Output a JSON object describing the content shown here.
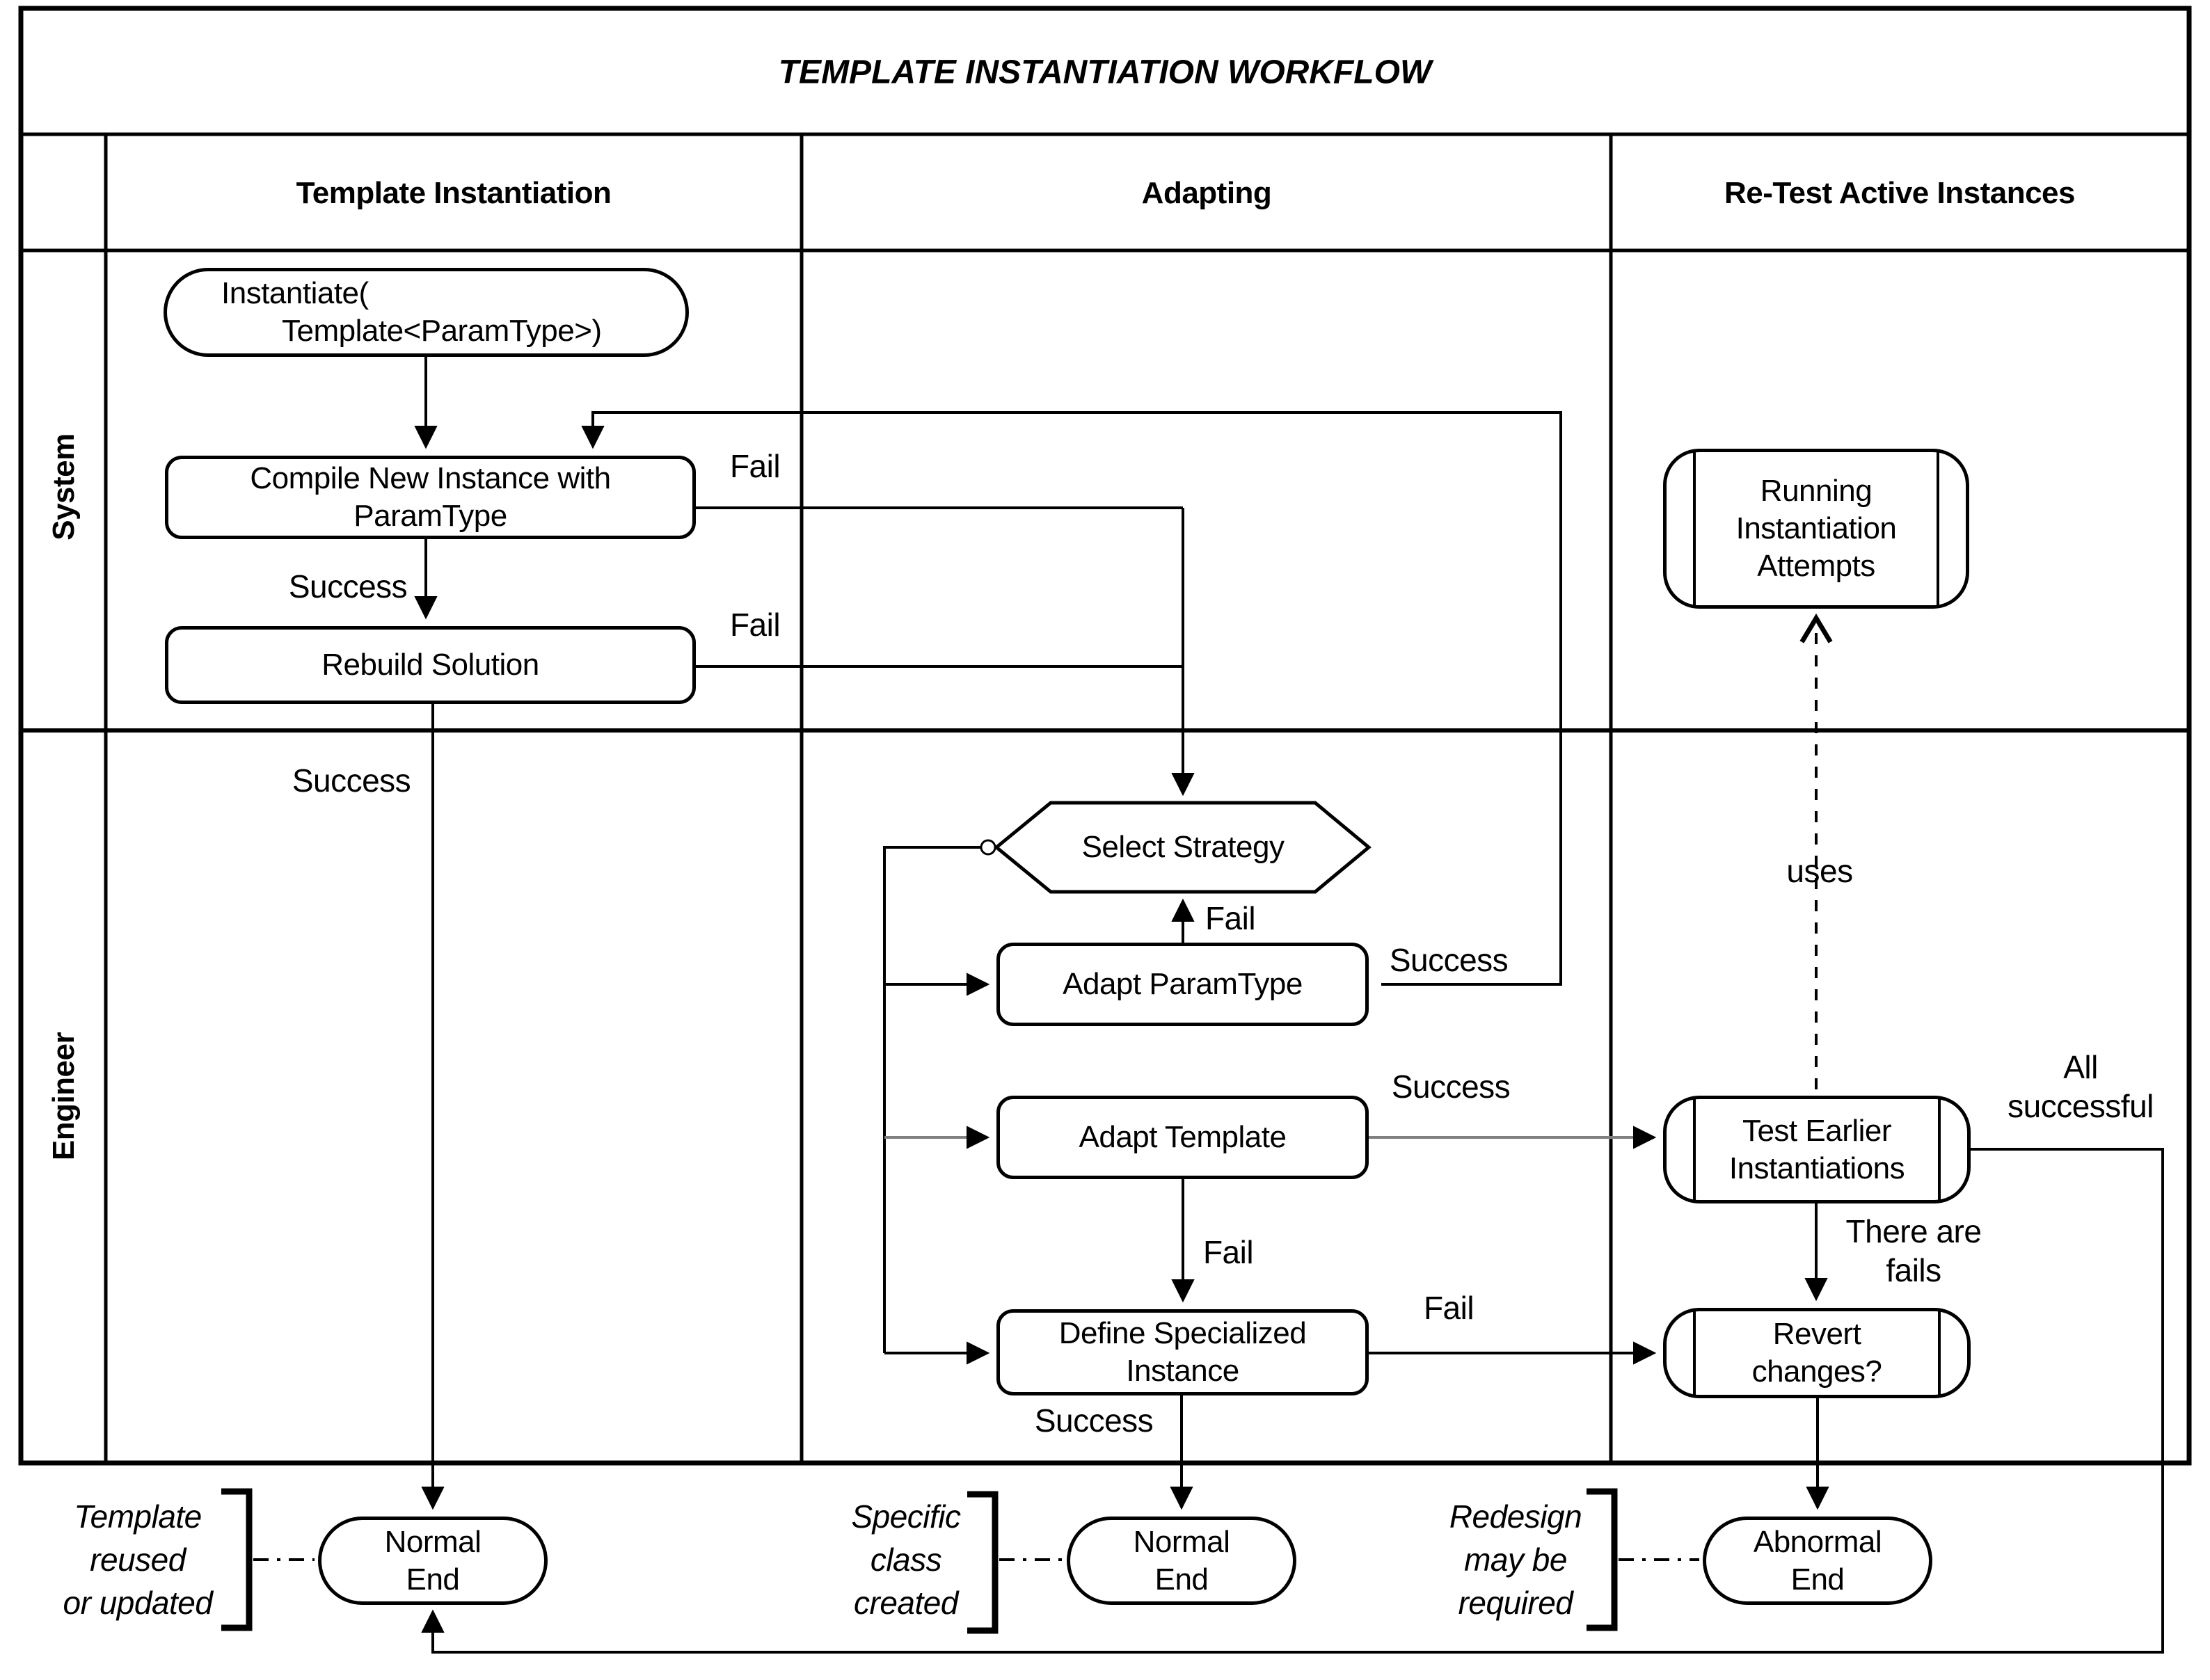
{
  "title": "TEMPLATE INSTANTIATION WORKFLOW",
  "swimlanes": {
    "columns": [
      {
        "label": "Template Instantiation"
      },
      {
        "label": "Adapting"
      },
      {
        "label": "Re-Test Active Instances"
      }
    ],
    "rows": [
      {
        "label": "System"
      },
      {
        "label": "Engineer"
      }
    ]
  },
  "nodes": {
    "instantiate": {
      "type": "start",
      "lines": [
        "Instantiate(",
        "Template<ParamType>)"
      ]
    },
    "compile": {
      "type": "process",
      "lines": [
        "Compile New Instance with",
        "ParamType"
      ]
    },
    "rebuild": {
      "type": "process",
      "lines": [
        "Rebuild Solution"
      ]
    },
    "select_strategy": {
      "type": "decision",
      "lines": [
        "Select Strategy"
      ]
    },
    "adapt_paramtype": {
      "type": "process",
      "lines": [
        "Adapt ParamType"
      ]
    },
    "adapt_template": {
      "type": "process",
      "lines": [
        "Adapt Template"
      ]
    },
    "define_specialized": {
      "type": "process",
      "lines": [
        "Define Specialized",
        "Instance"
      ]
    },
    "running_attempts": {
      "type": "subprocess",
      "lines": [
        "Running",
        "Instantiation",
        "Attempts"
      ]
    },
    "test_earlier": {
      "type": "subprocess",
      "lines": [
        "Test Earlier",
        "Instantiations"
      ]
    },
    "revert_changes": {
      "type": "subprocess",
      "lines": [
        "Revert",
        "changes?"
      ]
    },
    "normal_end_left": {
      "type": "end",
      "lines": [
        "Normal",
        "End"
      ]
    },
    "normal_end_middle": {
      "type": "end",
      "lines": [
        "Normal",
        "End"
      ]
    },
    "abnormal_end": {
      "type": "end",
      "lines": [
        "Abnormal",
        "End"
      ]
    }
  },
  "edge_labels": {
    "fail_compile": "Fail",
    "fail_rebuild": "Fail",
    "fail_adapt_paramtype": "Fail",
    "fail_adapt_template": "Fail",
    "fail_define": "Fail",
    "success_compile": "Success",
    "success_rebuild": "Success",
    "success_adapt_paramtype": "Success",
    "success_adapt_template": "Success",
    "success_define": "Success",
    "uses": "uses",
    "all_successful_lines": [
      "All",
      "successful"
    ],
    "there_are_fails_lines": [
      "There are",
      "fails"
    ]
  },
  "annotations": {
    "template_reused": {
      "lines": [
        "Template",
        "reused",
        "or updated"
      ]
    },
    "specific_class": {
      "lines": [
        "Specific",
        "class",
        "created"
      ]
    },
    "redesign_required": {
      "lines": [
        "Redesign",
        "may be",
        "required"
      ]
    }
  },
  "colors": {
    "line": "#000000",
    "gray_line": "#808080",
    "background": "#ffffff",
    "text": "#000000"
  }
}
